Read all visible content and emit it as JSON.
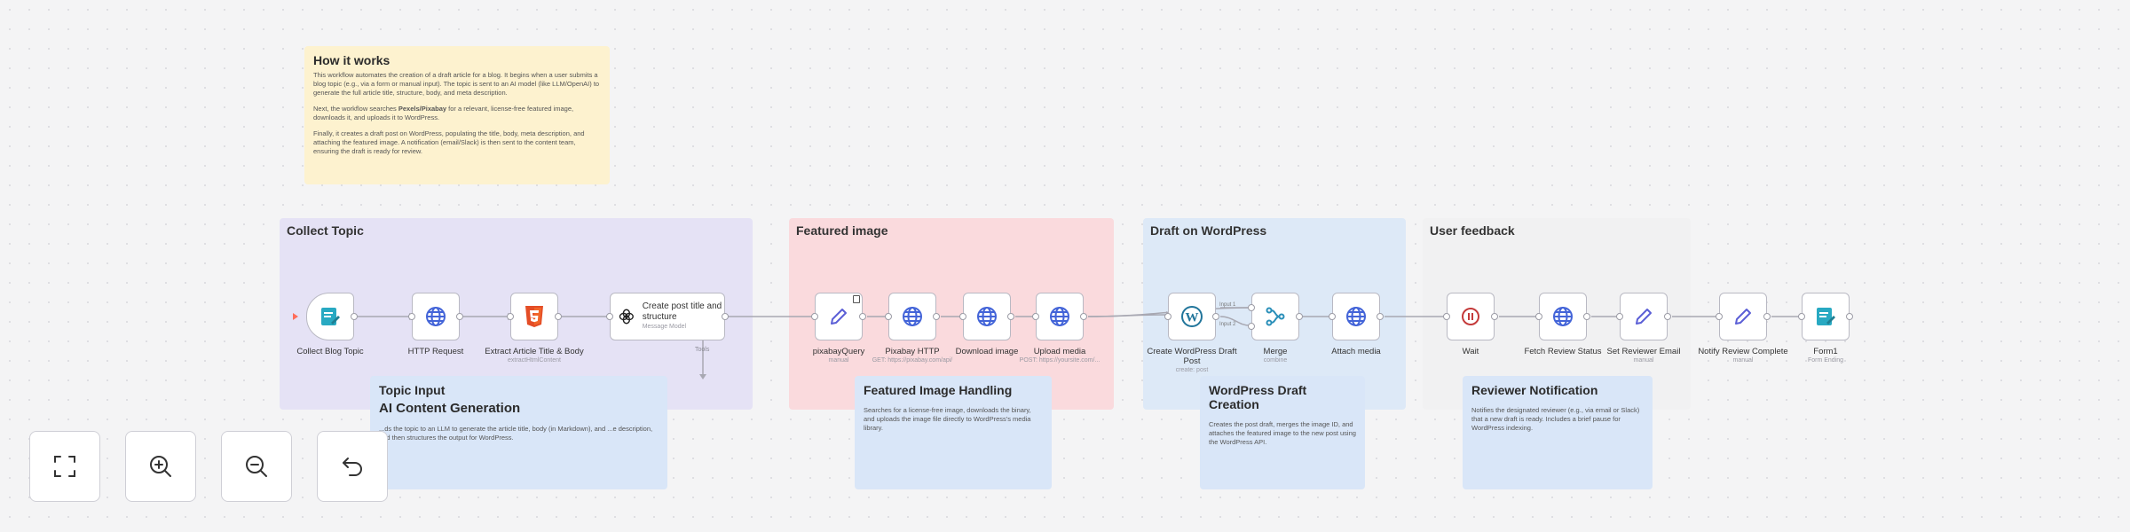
{
  "notes": {
    "how_it_works": {
      "title": "How it works",
      "p1": "This workflow automates the creation of a draft article for a blog. It begins when a user submits a blog topic (e.g., via a form or manual input). The topic is sent to an AI model (like LLM/OpenAI) to generate the full article title, structure, body, and meta description.",
      "p2_pre": "Next, the workflow searches ",
      "p2_bold": "Pexels/Pixabay",
      "p2_post": " for a relevant, license-free featured image, downloads it, and uploads it to WordPress.",
      "p3": "Finally, it creates a draft post on WordPress, populating the title, body, meta description, and attaching the featured image. A notification (email/Slack) is then sent to the content team, ensuring the draft is ready for review."
    },
    "topic_input": {
      "title": "Topic Input",
      "subtitle": "AI Content Generation",
      "body": "...ds the topic to an LLM to generate the article title, body (in Markdown), and ...e description, and then structures the output for WordPress."
    },
    "featured_image_handling": {
      "title": "Featured Image Handling",
      "body": "Searches for a license-free image, downloads the binary, and uploads the image file directly to WordPress's media library."
    },
    "wordpress_draft_creation": {
      "title": "WordPress Draft Creation",
      "body": "Creates the post draft, merges the image ID, and attaches the featured image to the new post using the WordPress API."
    },
    "reviewer_notification": {
      "title": "Reviewer Notification",
      "body": "Notifies the designated reviewer (e.g., via email or Slack) that a new draft is ready. Includes a brief pause for WordPress indexing."
    }
  },
  "groups": {
    "collect_topic": "Collect Topic",
    "featured_image": "Featured image",
    "draft_on_wordpress": "Draft on WordPress",
    "user_feedback": "User feedback"
  },
  "nodes": {
    "collect_blog_topic": {
      "label": "Collect Blog Topic",
      "icon": "form-icon"
    },
    "http_request": {
      "label": "HTTP Request",
      "icon": "globe-icon"
    },
    "extract_article": {
      "label": "Extract Article Title & Body",
      "sub": "extractHtmlContent",
      "icon": "html5-icon"
    },
    "create_post_title": {
      "label": "Create post title and structure",
      "sub": "Message Model",
      "icon": "openai-icon"
    },
    "pixabay_query": {
      "label": "pixabayQuery",
      "sub": "manual",
      "icon": "pencil-icon"
    },
    "pixabay_http": {
      "label": "Pixabay HTTP",
      "sub": "GET: https://pixabay.com/api/",
      "icon": "globe-icon"
    },
    "download_image": {
      "label": "Download image",
      "icon": "globe-icon"
    },
    "upload_media": {
      "label": "Upload media",
      "sub": "POST: https://yoursite.com/...",
      "icon": "globe-icon"
    },
    "create_wp_draft": {
      "label": "Create WordPress Draft Post",
      "sub": "create: post",
      "icon": "wordpress-icon"
    },
    "merge": {
      "label": "Merge",
      "sub": "combine",
      "icon": "merge-icon",
      "input1": "Input 1",
      "input2": "Input 2"
    },
    "attach_media": {
      "label": "Attach media",
      "icon": "globe-icon"
    },
    "wait": {
      "label": "Wait",
      "icon": "pause-icon"
    },
    "fetch_review_status": {
      "label": "Fetch Review Status",
      "icon": "globe-icon"
    },
    "set_reviewer_email": {
      "label": "Set Reviewer Email",
      "sub": "manual",
      "icon": "pencil-icon"
    },
    "notify_review_complete": {
      "label": "Notify Review Complete",
      "sub": "manual",
      "icon": "pencil-icon"
    },
    "form": {
      "label": "Form1",
      "sub": "Form Ending",
      "icon": "form-icon"
    }
  },
  "edge_label_tools": "Tools",
  "controls": {
    "fit_view": "fit-view-icon",
    "zoom_in": "zoom-in-icon",
    "zoom_out": "zoom-out-icon",
    "undo": "undo-icon"
  },
  "colors": {
    "canvas": "#f4f4f5",
    "note_yellow": "#fdf2cf",
    "group_purple": "#e5e2f5",
    "group_red": "#fadadd",
    "group_blue": "#dde9f7",
    "group_grey": "#f1f1f2",
    "note_blue": "#d9e6f8",
    "node_border": "#b9b9c3",
    "form_teal": "#28a9c2",
    "globe_blue": "#4364d8",
    "html_orange": "#e44d26",
    "pencil_purple": "#5b5fd6",
    "wait_red": "#c43a3a"
  }
}
